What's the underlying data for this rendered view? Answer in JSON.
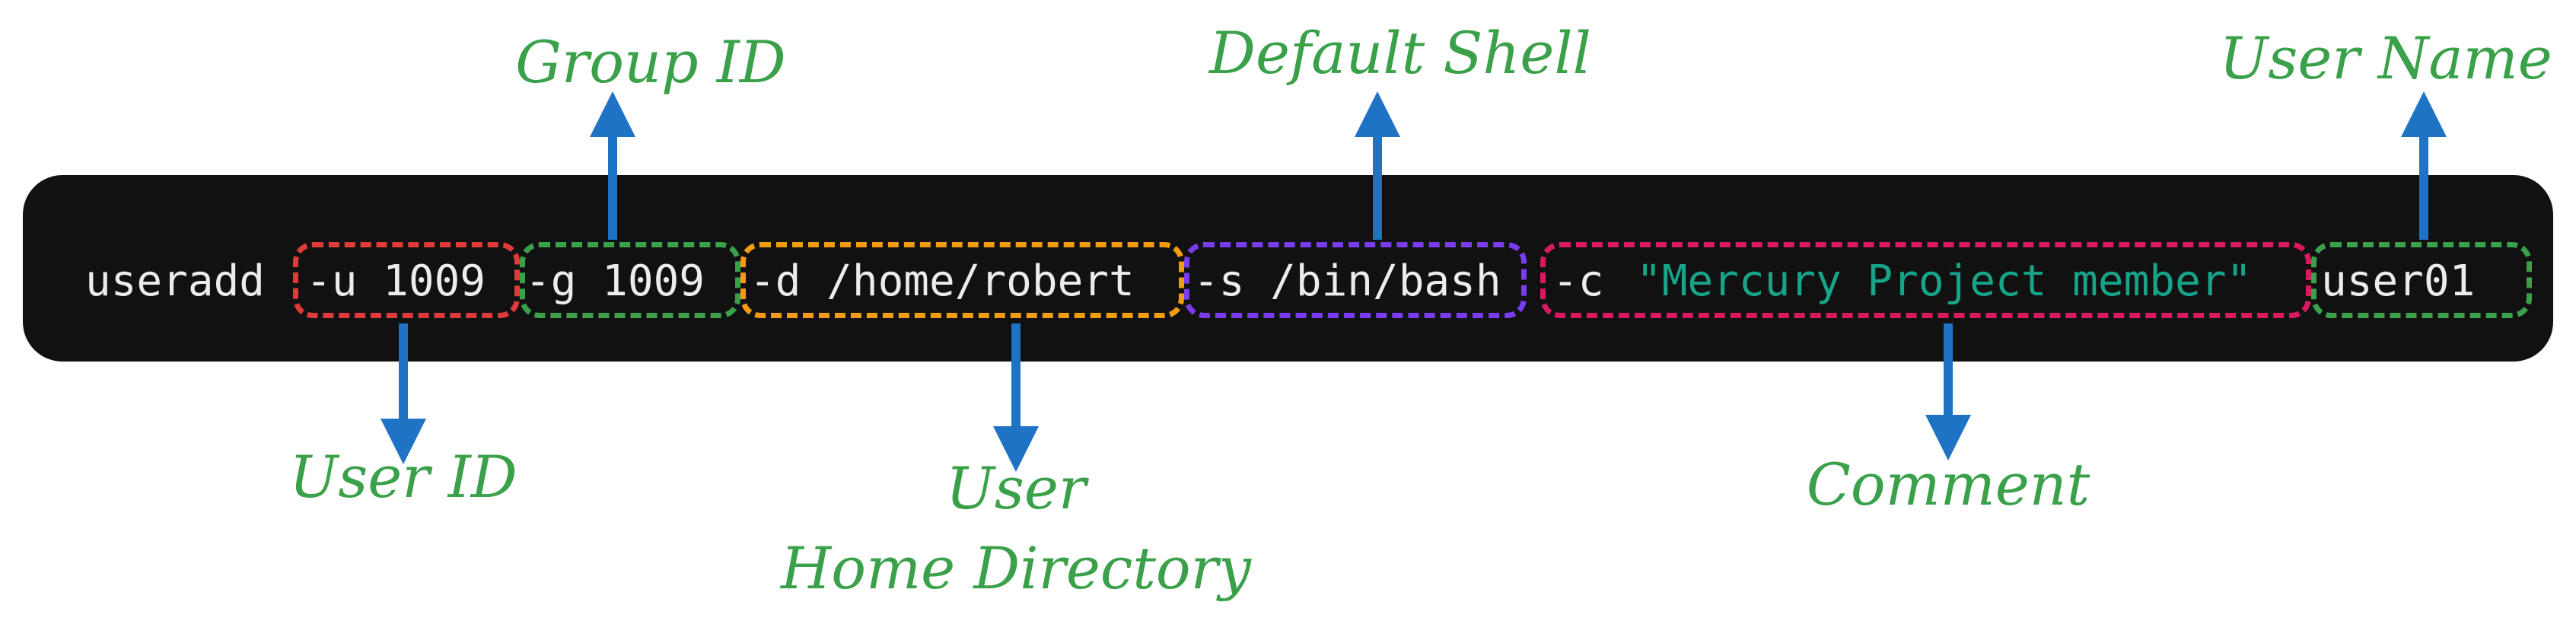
{
  "command": {
    "base": "useradd",
    "uid_flag": "-u 1009",
    "gid_flag": "-g 1009",
    "home_flag": "-d /home/robert",
    "shell_flag": "-s /bin/bash",
    "comment_flag": "-c",
    "comment_value": "\"Mercury Project member\"",
    "username": "user01"
  },
  "labels": {
    "group_id": "Group ID",
    "default_shell": "Default Shell",
    "user_name": "User Name",
    "user_id": "User ID",
    "user_home_line1": "User",
    "user_home_line2": "Home Directory",
    "comment": "Comment"
  },
  "colors": {
    "terminal_bg": "#111111",
    "label_text": "#3aa14a",
    "arrow": "#1f73c4",
    "box_uid": "#e03a3a",
    "box_gid": "#3aa14a",
    "box_home": "#f39c12",
    "box_shell": "#7a3cf0",
    "box_comment": "#d81b60",
    "box_username": "#3aa14a",
    "string_text": "#17a589"
  }
}
